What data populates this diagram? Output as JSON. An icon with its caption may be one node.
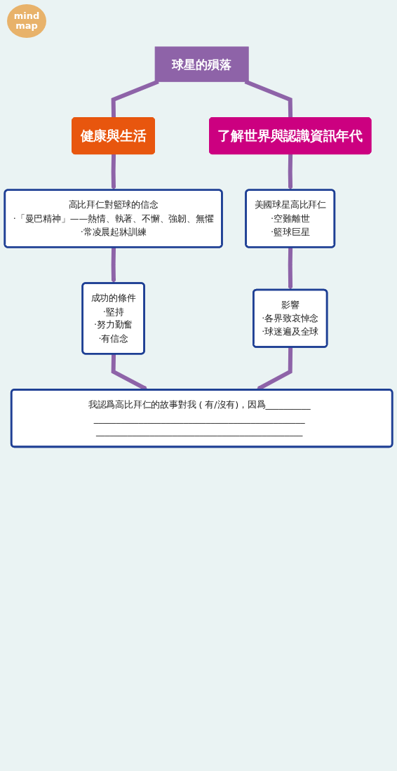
{
  "diagram": {
    "nodes": [
      {
        "text": [
          "球星的殞落"
        ]
      },
      {
        "text": [
          "健康與生活"
        ]
      },
      {
        "text": [
          "了解世界與認識資訊年代"
        ]
      },
      {
        "text": [
          "高比拜仁對籃球的信念",
          "·「曼巴精神」——熱情、執著、不懈、強韌、無懼",
          "·常凌晨起牀訓練"
        ]
      },
      {
        "text": [
          "美國球星高比拜仁",
          "·空難離世",
          "·籃球巨星"
        ]
      },
      {
        "text": [
          "成功的條件",
          "·堅持",
          "·努力勤奮",
          "·有信念"
        ]
      },
      {
        "text": [
          "影響",
          "·各界致哀悼念",
          "·球迷遍及全球"
        ]
      },
      {
        "text": [
          "我認爲高比拜仁的故事對我 ( 有/沒有)，因爲__________",
          "_______________________________________________",
          "______________________________________________"
        ]
      }
    ],
    "edges": [
      {
        "from": 0,
        "to": 1,
        "arrow": "none"
      },
      {
        "from": 0,
        "to": 2,
        "arrow": "none"
      },
      {
        "from": 1,
        "to": 3,
        "arrow": "to"
      },
      {
        "from": 2,
        "to": 4,
        "arrow": "to"
      },
      {
        "from": 3,
        "to": 5,
        "arrow": "to"
      },
      {
        "from": 4,
        "to": 6,
        "arrow": "to"
      },
      {
        "from": 5,
        "to": 7,
        "arrow": "to"
      },
      {
        "from": 6,
        "to": 7,
        "arrow": "to"
      }
    ],
    "labels": [
      "mind map"
    ]
  }
}
